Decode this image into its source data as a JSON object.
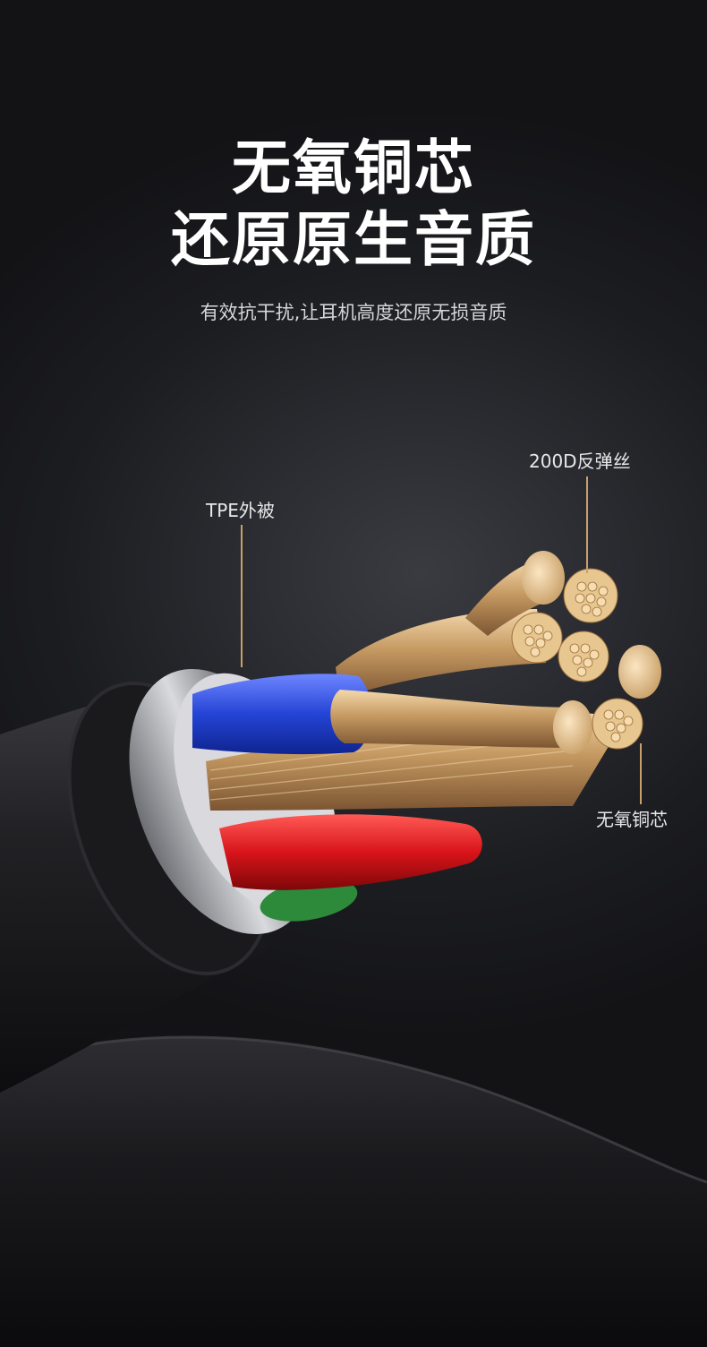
{
  "headline": {
    "line1": "无氧铜芯",
    "line2": "还原原生音质"
  },
  "subtitle": "有效抗干扰,让耳机高度还原无损音质",
  "callouts": {
    "aramid": "200D反弹丝",
    "jacket": "TPE外被",
    "copper": "无氧铜芯"
  },
  "colors": {
    "copper": "#c9a06a",
    "blue_insulation": "#1f49d8",
    "red_insulation": "#d8141a",
    "green_insulation": "#2d8a3a",
    "jacket": "#1b1b1d"
  }
}
